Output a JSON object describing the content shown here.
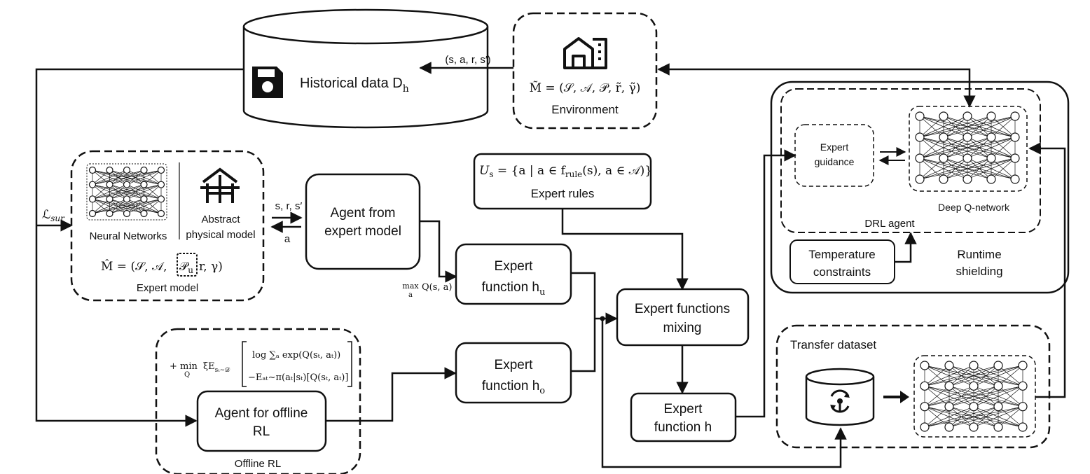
{
  "environment": {
    "formula": "M̃ = (𝒮, 𝒜, 𝒫, r̃, γ̃)",
    "label": "Environment",
    "icon": "building-house-icon"
  },
  "historical_data": {
    "label": "Historical data D",
    "subscript": "h",
    "icon": "floppy-disk-icon"
  },
  "transition_tuple": "(s, a, r, s′)",
  "loss_label": "ℒ",
  "loss_subscript": "sur",
  "expert_model": {
    "nn_label": "Neural Networks",
    "abstract_label_1": "Abstract",
    "abstract_label_2": "physical model",
    "formula_prefix": "M̂ = (𝒮, 𝒜,",
    "formula_highlight": "𝒫",
    "formula_highlight_sub": "u",
    "formula_suffix": "r, γ)",
    "label": "Expert model",
    "icon": "abstract-model-icon"
  },
  "exchange_top": "s, r, s′",
  "exchange_bottom": "a",
  "agent_expert": {
    "line1": "Agent from",
    "line2": "expert model"
  },
  "max_q": {
    "prefix": "max",
    "sub": "a",
    "expr": "Q(s, a)"
  },
  "expert_rules": {
    "formula": "U",
    "formula_sub": "s",
    "formula_rest": " = {a | a ∈ f",
    "formula_rule_sub": "rule",
    "formula_end": "(s), a ∈ 𝒜)}",
    "label": "Expert rules"
  },
  "expert_function_hu": {
    "line1": "Expert",
    "line2": "function h",
    "sub": "u"
  },
  "expert_function_ho": {
    "line1": "Expert",
    "line2": "function h",
    "sub": "o"
  },
  "mixing": {
    "line1": "Expert functions",
    "line2": "mixing"
  },
  "expert_function_h": {
    "line1": "Expert",
    "line2": "function h"
  },
  "offline_rl": {
    "agent_line1": "Agent for offline",
    "agent_line2": "RL",
    "label": "Offline RL",
    "objective_prefix": "+ min",
    "objective_min_sub": "Q",
    "objective_xi": "ξE",
    "objective_xi_sub": "sₜ∼𝒟",
    "objective_line1": "log ∑ₐ exp(Q(sₜ, aₜ))",
    "objective_line2": "−Eₐₜ∼π(aₜ|sₜ)[Q(sₜ, aₜ)]"
  },
  "drl": {
    "guidance_line1": "Expert",
    "guidance_line2": "guidance",
    "dqn_label": "Deep Q-network",
    "agent_label": "DRL agent",
    "temp_line1": "Temperature",
    "temp_line2": "constraints",
    "shield_line1": "Runtime",
    "shield_line2": "shielding"
  },
  "transfer": {
    "label": "Transfer dataset",
    "icon": "database-sync-icon",
    "arrow_icon": "right-arrow-icon"
  }
}
